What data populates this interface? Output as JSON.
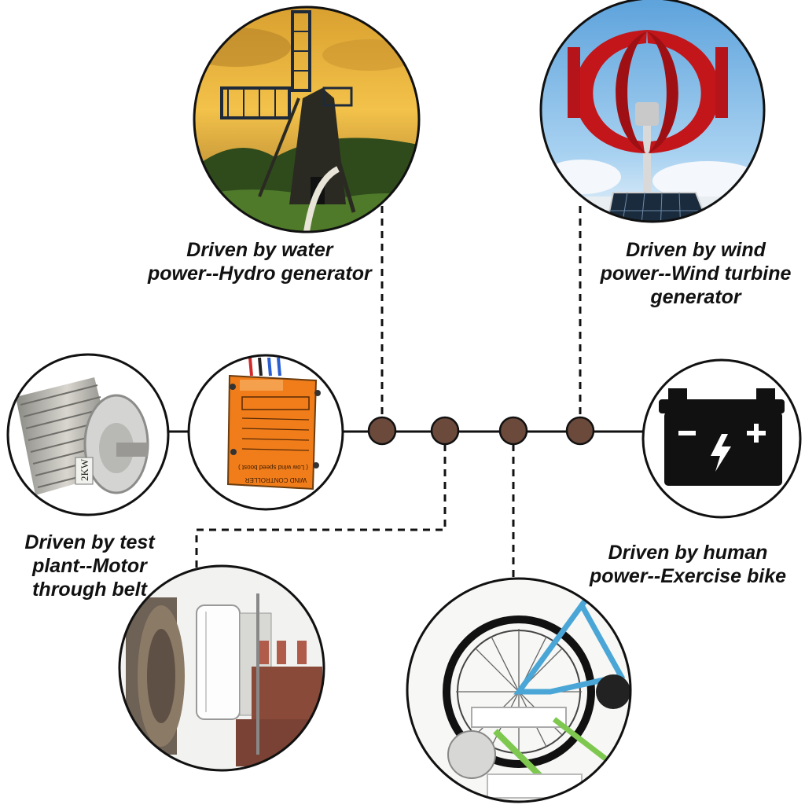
{
  "labels": {
    "hydro": [
      "Driven by water",
      "power--Hydro generator"
    ],
    "wind": [
      "Driven by wind",
      "power--Wind turbine",
      "generator"
    ],
    "motor": [
      "Driven by test",
      "plant--Motor",
      "through belt"
    ],
    "bike": [
      "Driven by human",
      "power--Exercise bike"
    ]
  },
  "motor_stamp": "2KW",
  "controller_label": "WIND CONTROLLER",
  "controller_sub": "( Low wind speed boost )",
  "colors": {
    "node": "#6b4a3c",
    "line": "#111111",
    "wind_red": "#c2161b",
    "controller_orange": "#f07d1a",
    "sky_blue": "#7fb8e6",
    "sunset": "#f0b23c"
  }
}
